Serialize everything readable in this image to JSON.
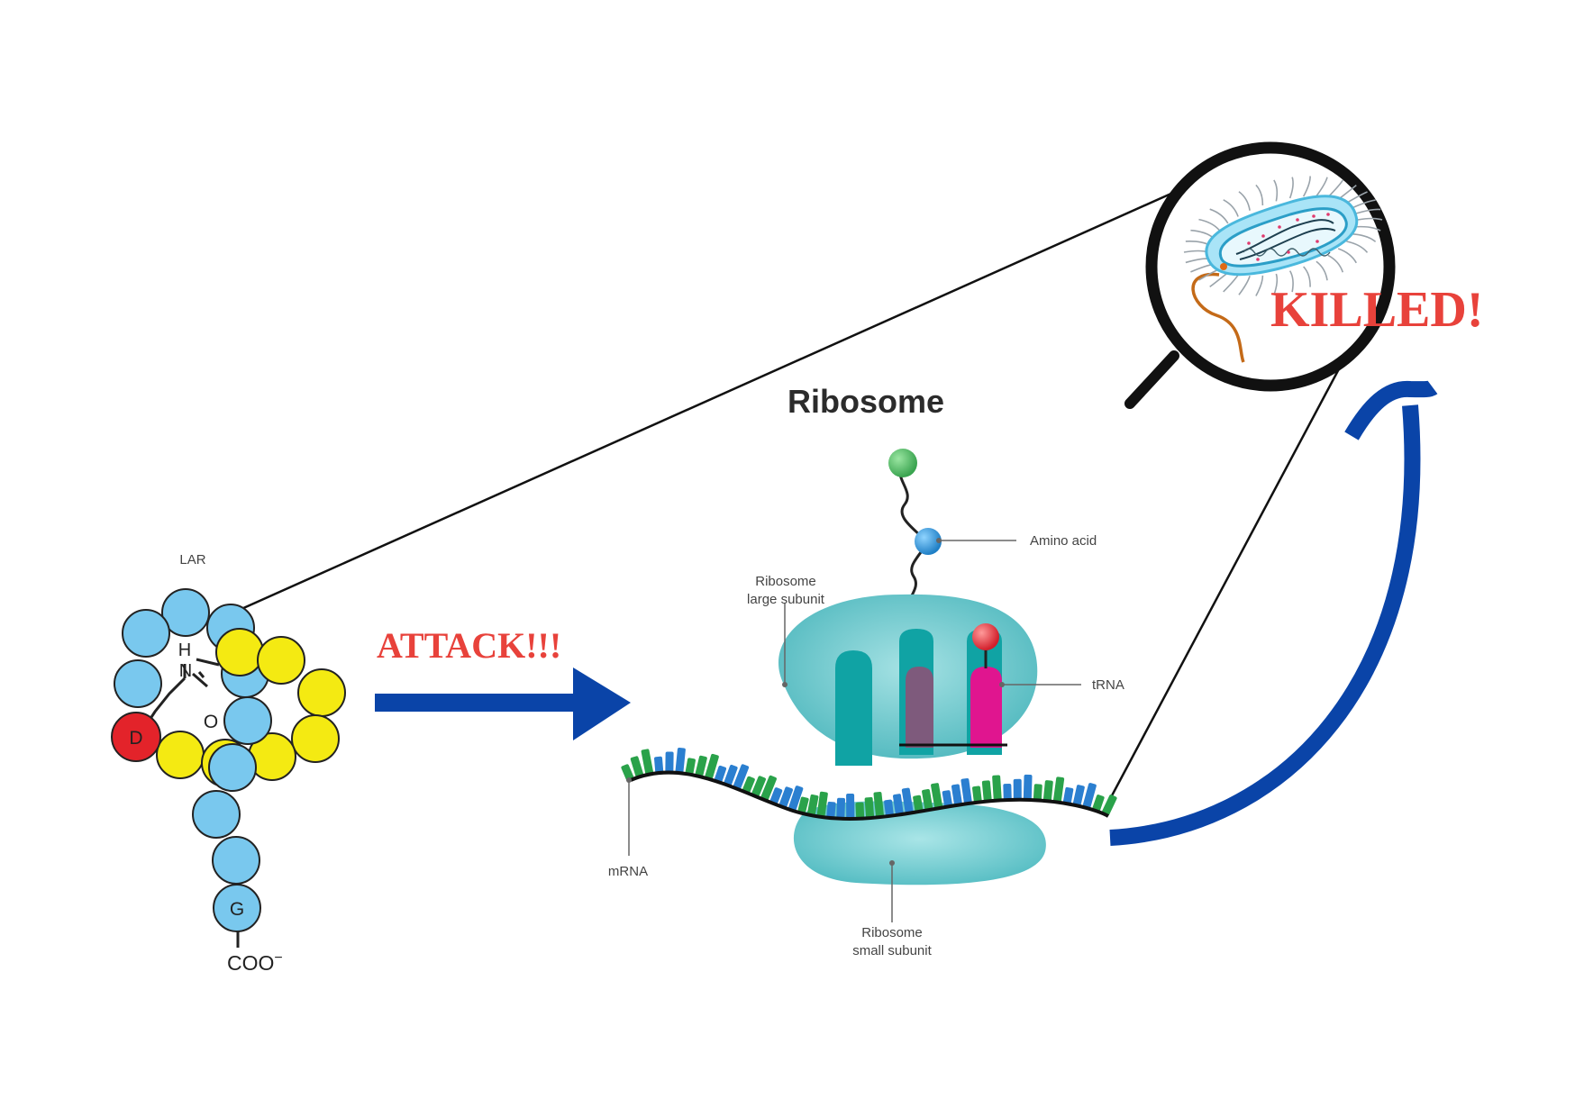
{
  "lar": {
    "title": "LAR",
    "bead_d": "D",
    "bead_g": "G",
    "atom_h": "H",
    "atom_n": "N",
    "atom_o": "O",
    "coo": "COO",
    "coo_charge": "−"
  },
  "attack_label": "ATTACK!!!",
  "killed_label": "KILLED!",
  "ribosome": {
    "title": "Ribosome",
    "amino_acid": "Amino acid",
    "large_subunit": [
      "Ribosome",
      "large subunit"
    ],
    "trna": "tRNA",
    "mrna": "mRNA",
    "small_subunit": [
      "Ribosome",
      "small subunit"
    ]
  },
  "colors": {
    "bead_blue": "#79c8ee",
    "bead_yellow": "#f4ea12",
    "bead_red": "#e3232a",
    "arrow_blue": "#0a44a8",
    "alert_red": "#e8423b",
    "ribosome_teal": "#5ec2c7",
    "trna_purple": "#7e5a7c",
    "trna_magenta": "#e0158f"
  },
  "icons": [
    "magnifier-icon",
    "bacterium-icon"
  ]
}
